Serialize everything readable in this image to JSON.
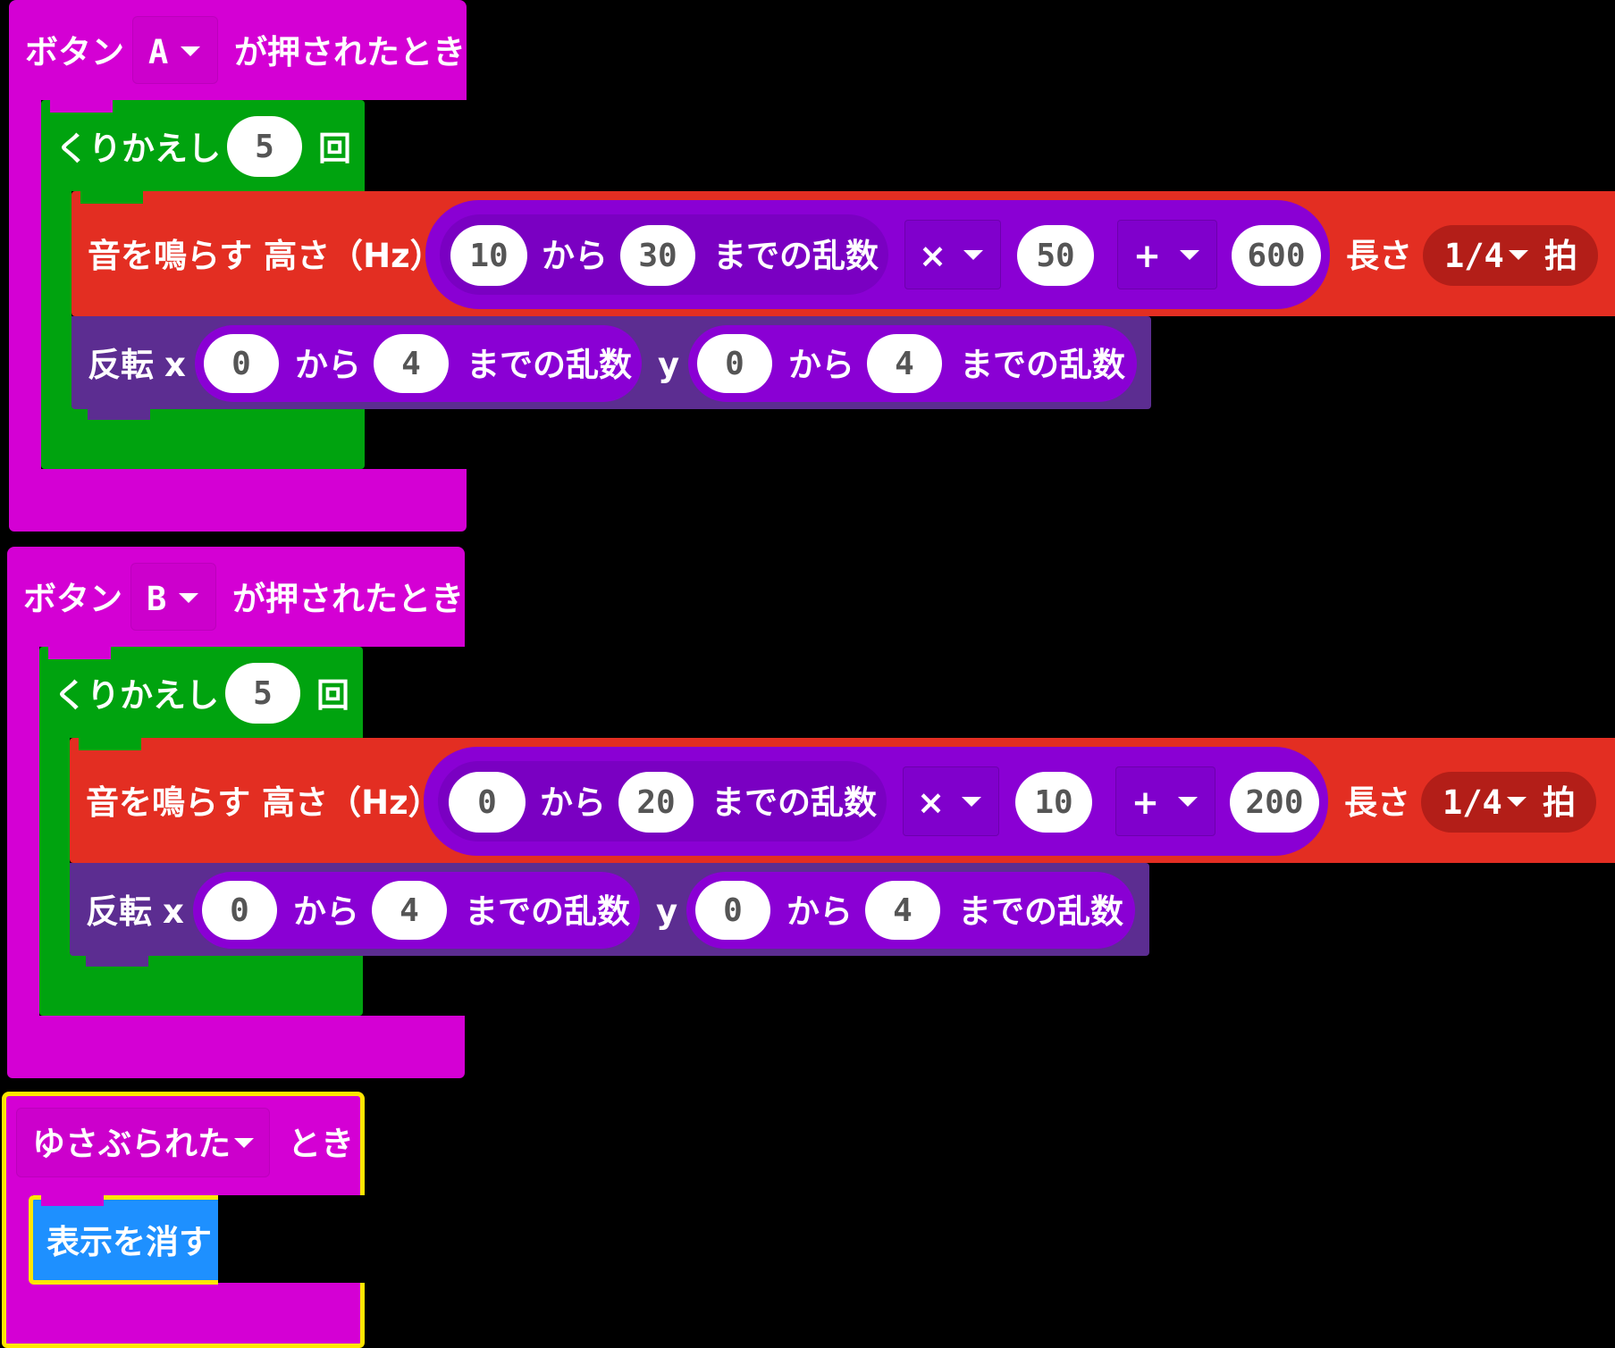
{
  "blocks": [
    {
      "event": {
        "prefix": "ボタン",
        "button": "A",
        "suffix": "が押されたとき"
      },
      "repeat": {
        "label": "くりかえし",
        "count": "5",
        "unit": "回"
      },
      "tone": {
        "label": "音を鳴らす 高さ（Hz）",
        "rand_from": "10",
        "from_word": "から",
        "rand_to": "30",
        "rand_word": "までの乱数",
        "op1": "×",
        "op1_val": "50",
        "op2": "+",
        "op2_val": "600",
        "length_label": "長さ",
        "beat": "1/4",
        "beat_unit": "拍"
      },
      "toggle": {
        "label": "反転",
        "x_label": "x",
        "x_from": "0",
        "x_to": "4",
        "y_label": "y",
        "y_from": "0",
        "y_to": "4",
        "from_word": "から",
        "rand_word": "までの乱数"
      }
    },
    {
      "event": {
        "prefix": "ボタン",
        "button": "B",
        "suffix": "が押されたとき"
      },
      "repeat": {
        "label": "くりかえし",
        "count": "5",
        "unit": "回"
      },
      "tone": {
        "label": "音を鳴らす 高さ（Hz）",
        "rand_from": "0",
        "from_word": "から",
        "rand_to": "20",
        "rand_word": "までの乱数",
        "op1": "×",
        "op1_val": "10",
        "op2": "+",
        "op2_val": "200",
        "length_label": "長さ",
        "beat": "1/4",
        "beat_unit": "拍"
      },
      "toggle": {
        "label": "反転",
        "x_label": "x",
        "x_from": "0",
        "x_to": "4",
        "y_label": "y",
        "y_from": "0",
        "y_to": "4",
        "from_word": "から",
        "rand_word": "までの乱数"
      }
    }
  ],
  "shake": {
    "gesture": "ゆさぶられた",
    "suffix": "とき",
    "action": "表示を消す"
  },
  "colors": {
    "event": "#D400D4",
    "loop": "#00A30F",
    "music": "#E32E22",
    "led": "#5C2D91",
    "math": "#8A00D4",
    "basic": "#1E90FF",
    "highlight": "#FFE600"
  }
}
